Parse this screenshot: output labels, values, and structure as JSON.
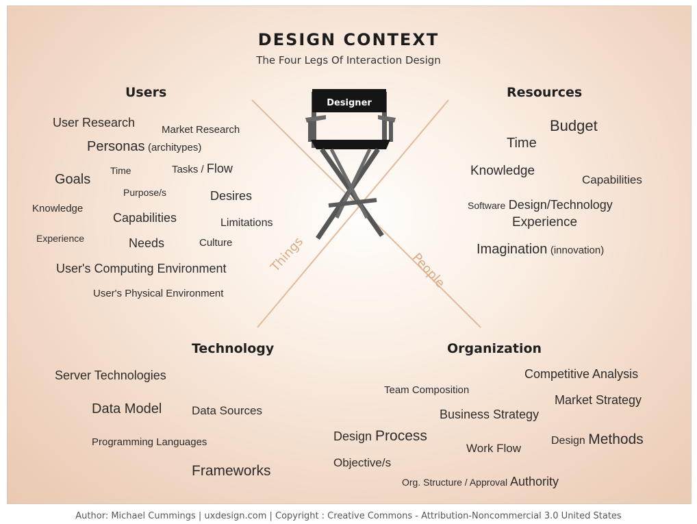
{
  "title": "DESIGN CONTEXT",
  "subtitle": "The Four Legs Of Interaction Design",
  "chair_label": "Designer",
  "axis_labels": {
    "things": "Things",
    "people": "People"
  },
  "quadrants": {
    "users": {
      "heading": "Users",
      "terms": {
        "user_research": "User Research",
        "market_research": "Market Research",
        "personas": "Personas",
        "personas_note": "(architypes)",
        "goals": "Goals",
        "time": "Time",
        "tasks_prefix": "Tasks / ",
        "tasks_emph": "Flow",
        "purposes": "Purpose/s",
        "desires": "Desires",
        "knowledge": "Knowledge",
        "capabilities": "Capabilities",
        "limitations": "Limitations",
        "experience": "Experience",
        "needs": "Needs",
        "culture": "Culture",
        "computing_env": "User's Computing Environment",
        "physical_env": "User's Physical Environment"
      }
    },
    "resources": {
      "heading": "Resources",
      "terms": {
        "budget": "Budget",
        "time": "Time",
        "knowledge": "Knowledge",
        "capabilities": "Capabilities",
        "software": "Software",
        "design_tech": "Design/Technology",
        "experience": "Experience",
        "imagination": "Imagination",
        "innovation": "(innovation)"
      }
    },
    "technology": {
      "heading": "Technology",
      "terms": {
        "server": "Server Technologies",
        "data_model": "Data Model",
        "data_sources": "Data Sources",
        "languages": "Programming Languages",
        "frameworks": "Frameworks"
      }
    },
    "organization": {
      "heading": "Organization",
      "terms": {
        "competitive": "Competitive Analysis",
        "team": "Team Composition",
        "market_strategy": "Market Strategy",
        "business_strategy": "Business Strategy",
        "design_process_prefix": "Design ",
        "design_process_emph": "Process",
        "work_flow": "Work Flow",
        "design_methods_prefix": "Design ",
        "design_methods_emph": "Methods",
        "objectives": "Objective/s",
        "org_structure_prefix": "Org. Structure / Approval ",
        "org_structure_emph": "Authority"
      }
    }
  },
  "footer": "Author: Michael Cummings | uxdesign.com | Copyright : Creative Commons - Attribution-Noncommercial 3.0 United States",
  "colors": {
    "axis_line": "#e3b999",
    "axis_text": "#d9aa84",
    "chair_frame": "#5a5a5a",
    "chair_canvas": "#151515"
  }
}
